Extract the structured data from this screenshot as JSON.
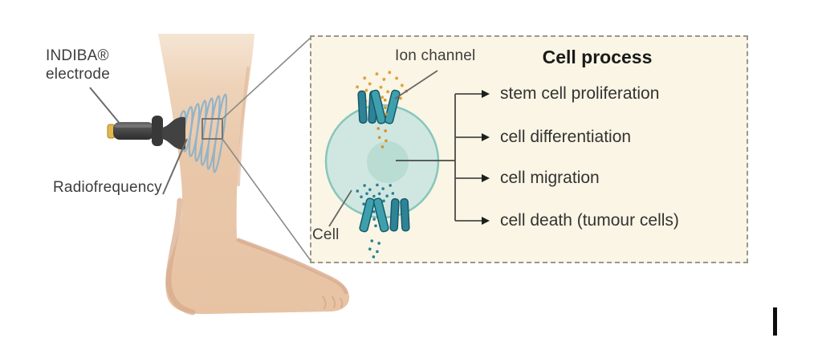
{
  "figure": {
    "type": "medical-illustration",
    "description_visible_text_only": true,
    "left_panel": {
      "electrode_label": {
        "line1": "INDIBA®",
        "line2": "electrode"
      },
      "radiofrequency_label": "Radiofrequency"
    },
    "inset": {
      "ion_channel_label": "Ion channel",
      "cell_label": "Cell",
      "heading": "Cell process",
      "processes": [
        "stem cell proliferation",
        "cell differentiation",
        "cell migration",
        "cell death (tumour cells)"
      ]
    },
    "icons": {
      "electrode-icon": "handheld-probe-with-gold-tip",
      "radiofrequency-waves-icon": "blue-coil-loops",
      "magnified-region-icon": "small-square-with-diagonal-zoom-lines",
      "cell-icon": "teal-circle-with-nucleus",
      "ion-channel-icon": "paired-membrane-pillars",
      "process-arrow-icon": "right-pointing-solid-triangle",
      "text-cursor": "vertical-black-bar"
    },
    "colors": {
      "background": "#ffffff",
      "skin": "#e9c7a9",
      "skin_shadow": "#d8ab8e",
      "electrode_body": "#3f3f3f",
      "electrode_tip_gold": "#e3b74b",
      "wave_blue": "#8fb2c9",
      "inset_background": "#faf5e4",
      "inset_border": "#9b978b",
      "cell_fill": "#d0e7e1",
      "cell_stroke": "#88c6bb",
      "nucleus_fill": "#b9dcd3",
      "channel_fill": "#3fa0ad",
      "channel_dark_fill": "#2e8496",
      "channel_stroke": "#155a6a",
      "ion_orange": "#dfa03c",
      "ion_teal": "#2b7e94",
      "pointer_line_gray": "#6b6b6b",
      "text_dark": "#3d3d3d",
      "heading_black": "#1a1a1a"
    },
    "text_cursor_present": true
  }
}
